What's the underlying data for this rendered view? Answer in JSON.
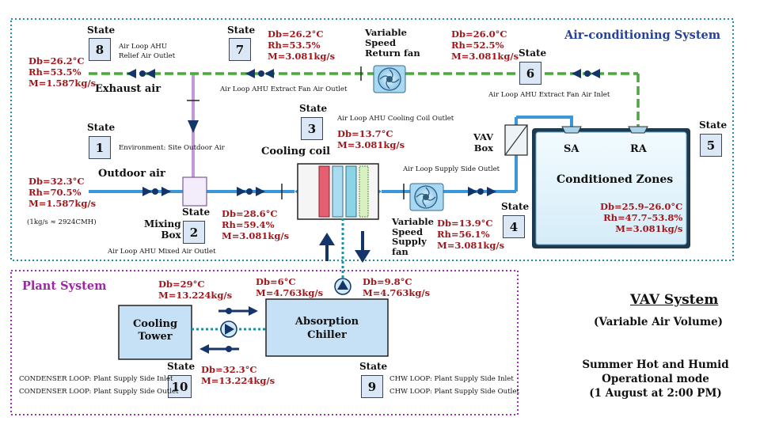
{
  "systems": {
    "air_title": "Air-conditioning System",
    "plant_title": "Plant System"
  },
  "state_word": "State",
  "states": [
    {
      "num": "1",
      "desc": "Environment: Site Outdoor Air"
    },
    {
      "num": "2",
      "desc": "Air Loop AHU Mixed Air Outlet"
    },
    {
      "num": "3",
      "desc": "Air Loop AHU Cooling Coil Outlet"
    },
    {
      "num": "4",
      "desc": "Air Loop Supply Side Outlet"
    },
    {
      "num": "5",
      "desc": ""
    },
    {
      "num": "6",
      "desc": "Air Loop AHU Extract Fan Air Inlet"
    },
    {
      "num": "7",
      "desc": "Air Loop AHU Extract Fan Air Outlet"
    },
    {
      "num": "8",
      "desc_l1": "Air Loop AHU",
      "desc_l2": "Relief Air Outlet"
    },
    {
      "num": "9",
      "desc_l1": "CHW LOOP: Plant Supply Side Inlet",
      "desc_l2": "CHW LOOP: Plant Supply Side Outlet"
    },
    {
      "num": "10",
      "desc_l1": "CONDENSER LOOP: Plant Supply Side Inlet",
      "desc_l2": "CONDENSER LOOP: Plant Supply Side Outlet"
    }
  ],
  "readings": {
    "s1": {
      "db": "Db=32.3°C",
      "rh": "Rh=70.5%",
      "m": "M=1.587kg/s",
      "note": "(1kg/s ≈ 2924CMH)"
    },
    "s2": {
      "db": "Db=28.6°C",
      "rh": "Rh=59.4%",
      "m": "M=3.081kg/s"
    },
    "s3": {
      "db": "Db=13.7°C",
      "m": "M=3.081kg/s"
    },
    "s4": {
      "db": "Db=13.9°C",
      "rh": "Rh=56.1%",
      "m": "M=3.081kg/s"
    },
    "s5": {
      "db": "Db=25.9–26.0°C",
      "rh": "Rh=47.7–53.8%",
      "m": "M=3.081kg/s"
    },
    "s6": {
      "db": "Db=26.0°C",
      "rh": "Rh=52.5%",
      "m": "M=3.081kg/s"
    },
    "s7": {
      "db": "Db=26.2°C",
      "rh": "Rh=53.5%",
      "m": "M=3.081kg/s"
    },
    "s8": {
      "db": "Db=26.2°C",
      "rh": "Rh=53.5%",
      "m": "M=1.587kg/s"
    },
    "cond_out": {
      "db": "Db=29°C",
      "m": "M=13.224kg/s"
    },
    "cond_in": {
      "db": "Db=32.3°C",
      "m": "M=13.224kg/s"
    },
    "chw_supply": {
      "db": "Db=6°C",
      "m": "M=4.763kg/s"
    },
    "chw_return": {
      "db": "Db=9.8°C",
      "m": "M=4.763kg/s"
    }
  },
  "labels": {
    "exhaust_air": "Exhaust air",
    "outdoor_air": "Outdoor air",
    "cooling_coil": "Cooling coil",
    "mixing_l1": "Mixing",
    "mixing_l2": "Box",
    "return_fan_l1": "Variable",
    "return_fan_l2": "Speed",
    "return_fan_l3": "Return fan",
    "supply_fan_l1": "Variable",
    "supply_fan_l2": "Speed",
    "supply_fan_l3": "Supply",
    "supply_fan_l4": "fan",
    "vav_l1": "VAV",
    "vav_l2": "Box",
    "sa": "SA",
    "ra": "RA",
    "zones": "Conditioned Zones",
    "cooling_tower_l1": "Cooling",
    "cooling_tower_l2": "Tower",
    "chiller_l1": "Absorption",
    "chiller_l2": "Chiller"
  },
  "side": {
    "vav_title": "VAV System",
    "vav_sub": "(Variable Air Volume)",
    "mode_l1": "Summer Hot and Humid",
    "mode_l2": "Operational mode",
    "mode_l3": "(1 August at 2:00 PM)"
  },
  "colors": {
    "supply_air": "#3b97d8",
    "return_air": "#49a93b",
    "relief_duct": "#c29ad9",
    "arrow": "#14356b",
    "air_frame": "#1f8ea1",
    "plant_frame": "#a02fb6",
    "title_red": "#a0161b"
  }
}
